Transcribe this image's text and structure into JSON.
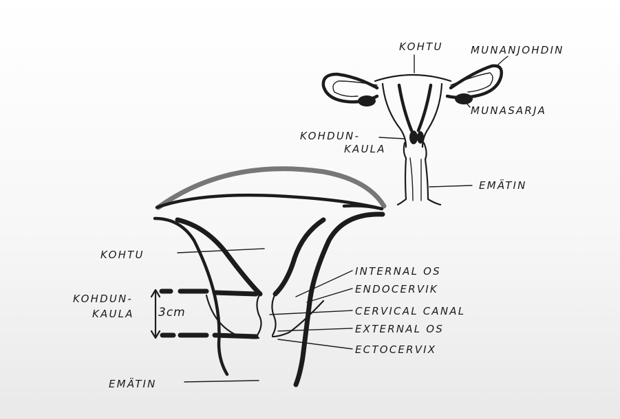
{
  "labels": {
    "small_kohtu": "KOHTU",
    "munanjohdin": "MUNANJOHDIN",
    "munasarja": "MUNASARJA",
    "small_kohdun_1": "KOHDUN-",
    "small_kohdun_2": "KAULA",
    "small_ematin": "EMÄTIN",
    "big_kohtu": "KOHTU",
    "big_kohdun_1": "KOHDUN-",
    "big_kohdun_2": "KAULA",
    "measure": "3cm",
    "big_ematin": "EMÄTIN",
    "internal_os": "INTERNAL OS",
    "endocervix": "ENDOCERVIK",
    "cervical_canal": "CERVICAL CANAL",
    "external_os": "EXTERNAL OS",
    "ectocervix": "ECTOCERVIX"
  }
}
